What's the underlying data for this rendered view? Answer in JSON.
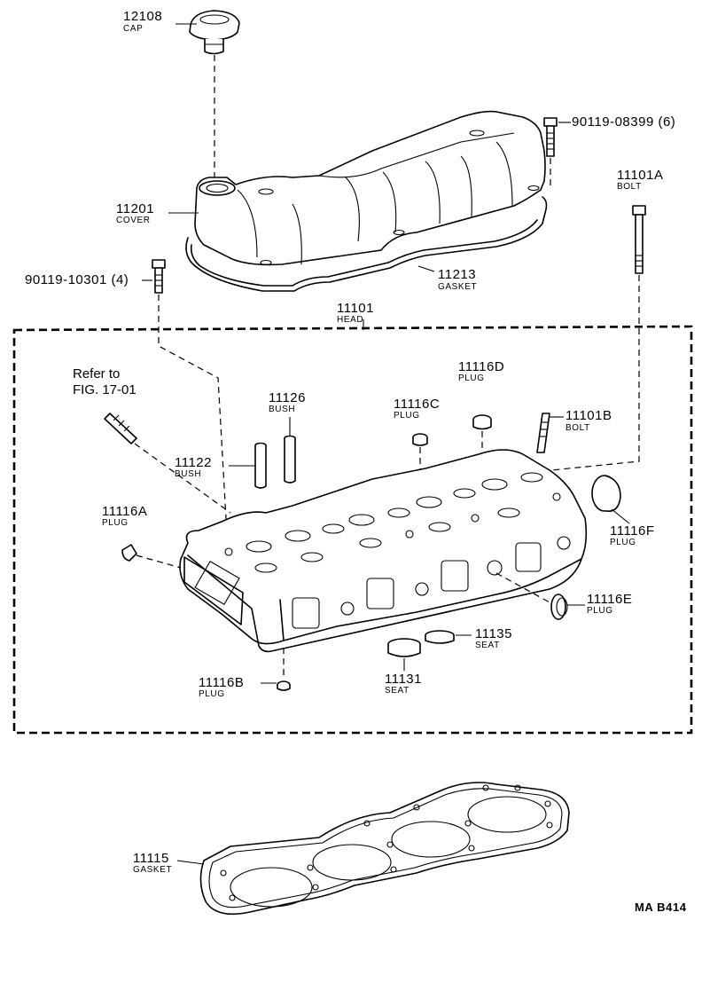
{
  "diagram_code": "MA B414",
  "parts": {
    "cap": {
      "number": "12108",
      "name": "CAP"
    },
    "cover": {
      "number": "11201",
      "name": "COVER"
    },
    "cover_bolt": {
      "number": "90119-08399 (6)"
    },
    "cover_bolt_left": {
      "number": "90119-10301 (4)"
    },
    "cover_gasket": {
      "number": "11213",
      "name": "GASKET"
    },
    "head_bolt_a": {
      "number": "11101A",
      "name": "BOLT"
    },
    "head": {
      "number": "11101",
      "name": "HEAD"
    },
    "refer": {
      "line1": "Refer to",
      "line2": "FIG. 17-01"
    },
    "bush_11126": {
      "number": "11126",
      "name": "BUSH"
    },
    "bush_11122": {
      "number": "11122",
      "name": "BUSH"
    },
    "plug_11116d": {
      "number": "11116D",
      "name": "PLUG"
    },
    "plug_11116c": {
      "number": "11116C",
      "name": "PLUG"
    },
    "bolt_11101b": {
      "number": "11101B",
      "name": "BOLT"
    },
    "plug_11116a": {
      "number": "11116A",
      "name": "PLUG"
    },
    "plug_11116f": {
      "number": "11116F",
      "name": "PLUG"
    },
    "plug_11116e": {
      "number": "11116E",
      "name": "PLUG"
    },
    "seat_11135": {
      "number": "11135",
      "name": "SEAT"
    },
    "seat_11131": {
      "number": "11131",
      "name": "SEAT"
    },
    "plug_11116b": {
      "number": "11116B",
      "name": "PLUG"
    },
    "head_gasket": {
      "number": "11115",
      "name": "GASKET"
    }
  }
}
